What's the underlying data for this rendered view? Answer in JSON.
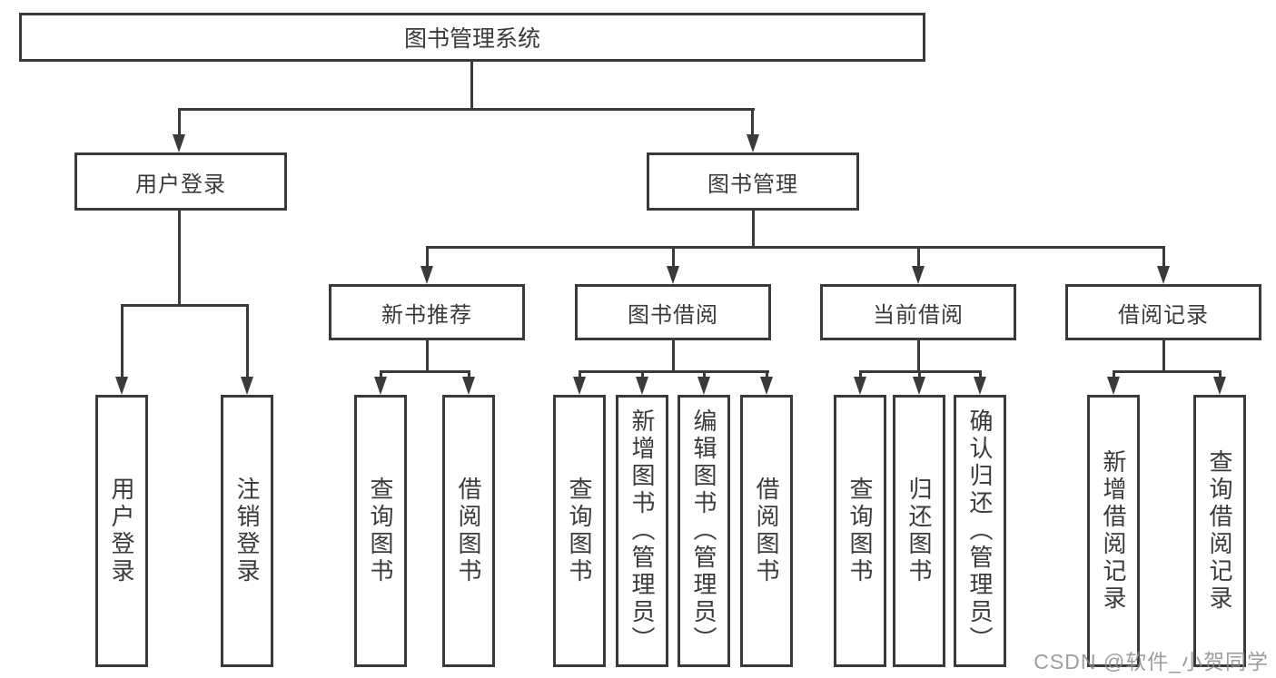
{
  "tree": {
    "label": "图书管理系统",
    "children": [
      {
        "label": "用户登录",
        "children": [
          {
            "label": "用户登录"
          },
          {
            "label": "注销登录"
          }
        ]
      },
      {
        "label": "图书管理",
        "children": [
          {
            "label": "新书推荐",
            "children": [
              {
                "label": "查询图书"
              },
              {
                "label": "借阅图书"
              }
            ]
          },
          {
            "label": "图书借阅",
            "children": [
              {
                "label": "查询图书"
              },
              {
                "label": "新增图书（管理员）"
              },
              {
                "label": "编辑图书（管理员）"
              },
              {
                "label": "借阅图书"
              }
            ]
          },
          {
            "label": "当前借阅",
            "children": [
              {
                "label": "查询图书"
              },
              {
                "label": "归还图书"
              },
              {
                "label": "确认归还（管理员）"
              }
            ]
          },
          {
            "label": "借阅记录",
            "children": [
              {
                "label": "新增借阅记录"
              },
              {
                "label": "查询借阅记录"
              }
            ]
          }
        ]
      }
    ]
  },
  "watermark": "CSDN @软件_小贺同学",
  "colors": {
    "line": "#3a3a3a",
    "text": "#3a3a3a",
    "watermark": "#8c8c8c",
    "background": "#ffffff"
  }
}
